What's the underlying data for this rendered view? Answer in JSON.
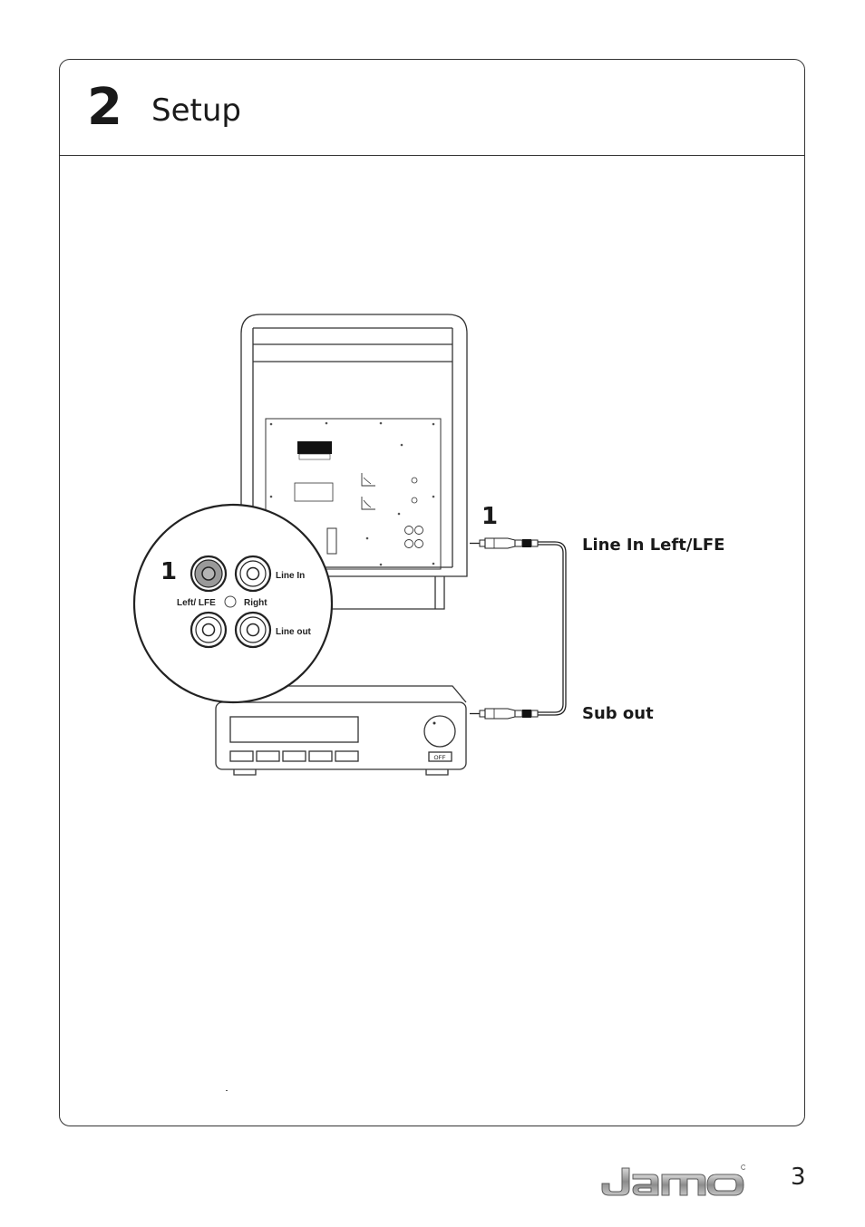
{
  "section": {
    "number": "2",
    "title": "Setup"
  },
  "callout": {
    "number": "1"
  },
  "labels": {
    "line_in_lfe": "Line In Left/LFE",
    "sub_out": "Sub out"
  },
  "panel_inset": {
    "line_in": "Line In",
    "left_lfe": "Left/ LFE",
    "right": "Right",
    "line_out": "Line out"
  },
  "amplifier": {
    "off_label": "OFF"
  },
  "brand": {
    "logo_text": "Jamo"
  },
  "page": {
    "number": "3"
  }
}
